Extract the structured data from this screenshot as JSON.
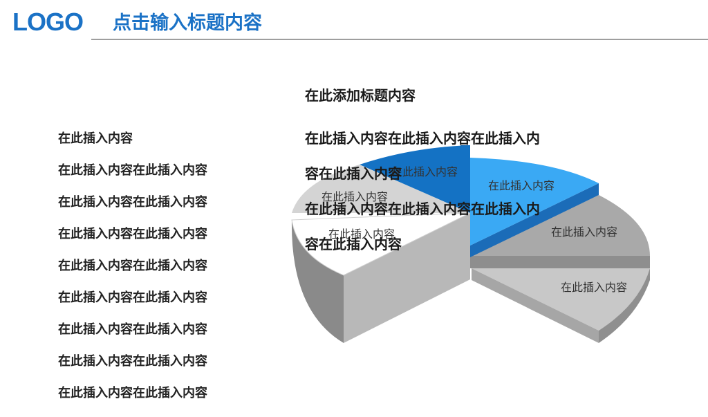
{
  "header": {
    "logo_text": "LOGO",
    "title": "点击输入标题内容"
  },
  "left_list": {
    "items": [
      "在此插入内容",
      "在此插入内容在此插入内容",
      "在此插入内容在此插入内容",
      "在此插入内容在此插入内容",
      "在此插入内容在此插入内容",
      "在此插入内容在此插入内容",
      "在此插入内容在此插入内容",
      "在此插入内容在此插入内容",
      "在此插入内容在此插入内容"
    ]
  },
  "pie": {
    "slice_labels": [
      "在此插入内容",
      "在此插入内容",
      "在此插入内容",
      "在此插入内容",
      "在此插入内容",
      "在此插入内容"
    ],
    "colors": {
      "dark_blue": "#1472c4",
      "light_blue": "#3aa9f4",
      "gray": "#a9a9a9",
      "light_gray": "#c8c8c8",
      "white": "#ffffff"
    }
  },
  "text_block": {
    "heading": "在此添加标题内容",
    "paragraph_1": "在此插入内容在此插入内容在此插入内容在此插入内容",
    "paragraph_2": "在此插入内容在此插入内容在此插入内容在此插入内容"
  }
}
